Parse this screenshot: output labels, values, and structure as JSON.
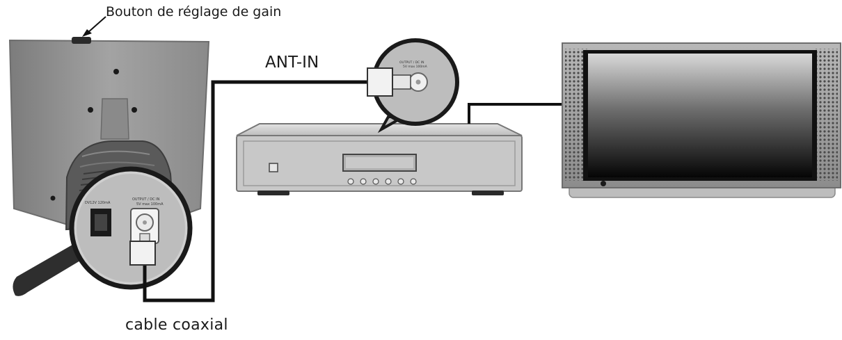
{
  "labels": {
    "gain_button": "Bouton de réglage de gain",
    "ant_in": "ANT-IN",
    "coax_cable": "cable coaxial"
  },
  "port_labels": {
    "antenna_dc": "DV12V 120mA",
    "antenna_output": "OUTPUT / DC IN",
    "antenna_output_sub": "5V max 100mA",
    "receiver_output": "OUTPUT / DC IN",
    "receiver_output_sub": "5V max 100mA"
  },
  "colors": {
    "antenna_body": "#8f8f8f",
    "antenna_dark": "#5e5e5e",
    "cable": "#111111",
    "receiver_body": "#c4c4c4",
    "tv_frame": "#9a9a9a",
    "tv_screen_top": "#dcdcdc",
    "tv_screen_bottom": "#050505"
  },
  "icons": [
    "gain-knob-icon",
    "arrow-icon",
    "coax-connector-icon",
    "dc-jack-icon",
    "speaker-grille-icon"
  ]
}
